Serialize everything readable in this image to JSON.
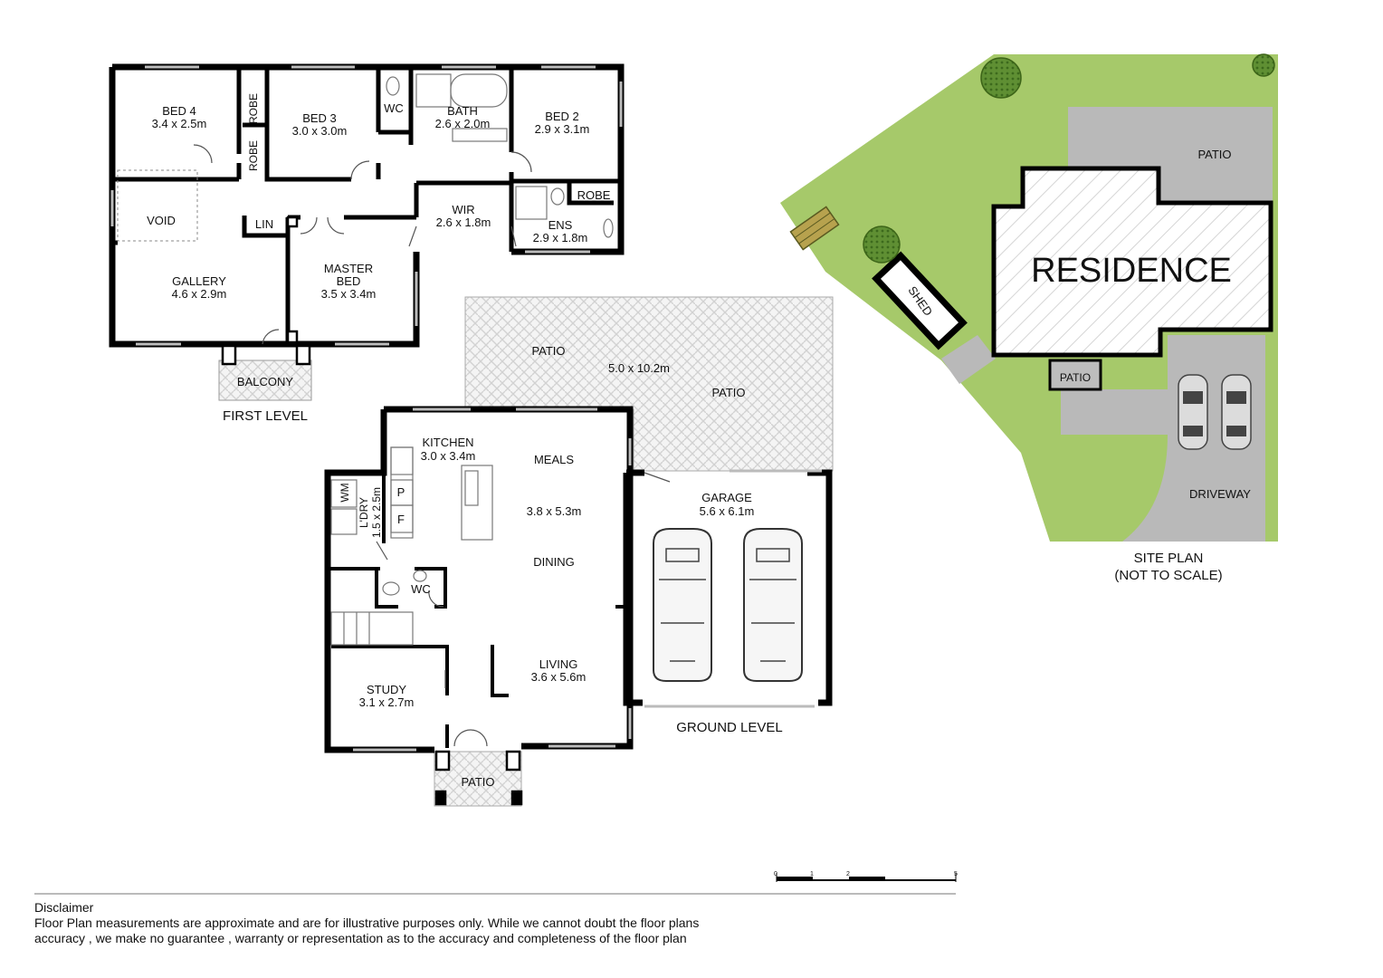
{
  "first_level": {
    "title": "FIRST LEVEL",
    "rooms": {
      "bed4": {
        "name": "BED 4",
        "size": "3.4 x 2.5m"
      },
      "bed3": {
        "name": "BED 3",
        "size": "3.0 x 3.0m"
      },
      "wc": {
        "name": "WC"
      },
      "bath": {
        "name": "BATH",
        "size": "2.6 x 2.0m"
      },
      "bed2": {
        "name": "BED 2",
        "size": "2.9 x 3.1m"
      },
      "robe_a": {
        "name": "ROBE"
      },
      "robe_b": {
        "name": "ROBE"
      },
      "robe_c": {
        "name": "ROBE"
      },
      "wir": {
        "name": "WIR",
        "size": "2.6 x 1.8m"
      },
      "ens": {
        "name": "ENS",
        "size": "2.9 x 1.8m"
      },
      "void": {
        "name": "VOID"
      },
      "lin": {
        "name": "LIN"
      },
      "gallery": {
        "name": "GALLERY",
        "size": "4.6 x 2.9m"
      },
      "master": {
        "name1": "MASTER",
        "name2": "BED",
        "size": "3.5 x 3.4m"
      },
      "balcony": {
        "name": "BALCONY"
      }
    }
  },
  "ground_level": {
    "title": "GROUND LEVEL",
    "rooms": {
      "patio_top_a": {
        "name": "PATIO"
      },
      "patio_size": {
        "size": "5.0 x 10.2m"
      },
      "patio_top_b": {
        "name": "PATIO"
      },
      "kitchen": {
        "name": "KITCHEN",
        "size": "3.0 x 3.4m"
      },
      "meals": {
        "name": "MEALS",
        "size": "3.8 x 5.3m"
      },
      "dining": {
        "name": "DINING"
      },
      "garage": {
        "name": "GARAGE",
        "size": "5.6 x 6.1m"
      },
      "wm": {
        "name": "WM"
      },
      "ldry": {
        "name": "L'DRY",
        "size": "1.5 x 2.5m"
      },
      "pantry": {
        "name": "P"
      },
      "fridge": {
        "name": "F"
      },
      "wc": {
        "name": "WC"
      },
      "living": {
        "name": "LIVING",
        "size": "3.6 x 5.6m"
      },
      "study": {
        "name": "STUDY",
        "size": "3.1 x 2.7m"
      },
      "patio_front": {
        "name": "PATIO"
      }
    }
  },
  "site_plan": {
    "title": "SITE PLAN",
    "subtitle": "(NOT TO SCALE)",
    "labels": {
      "residence": "RESIDENCE",
      "patio_rear": "PATIO",
      "patio_front": "PATIO",
      "shed": "SHED",
      "driveway": "DRIVEWAY"
    }
  },
  "scale_bar": {
    "ticks": [
      "0",
      "1",
      "2",
      "5"
    ]
  },
  "disclaimer": {
    "heading": "Disclaimer",
    "line1": "Floor Plan measurements are approximate and are for illustrative purposes only. While we cannot doubt the floor plans",
    "line2": "accuracy , we make no guarantee , warranty or representation as to the accuracy and completeness of the floor plan"
  },
  "colors": {
    "wall": "#000000",
    "lawn": "#a6c96a",
    "hardstand": "#b9b9b9",
    "residence_fill": "#ffffff",
    "patio_pattern": "#d6d6d6",
    "tree": "#4f7f2a"
  }
}
